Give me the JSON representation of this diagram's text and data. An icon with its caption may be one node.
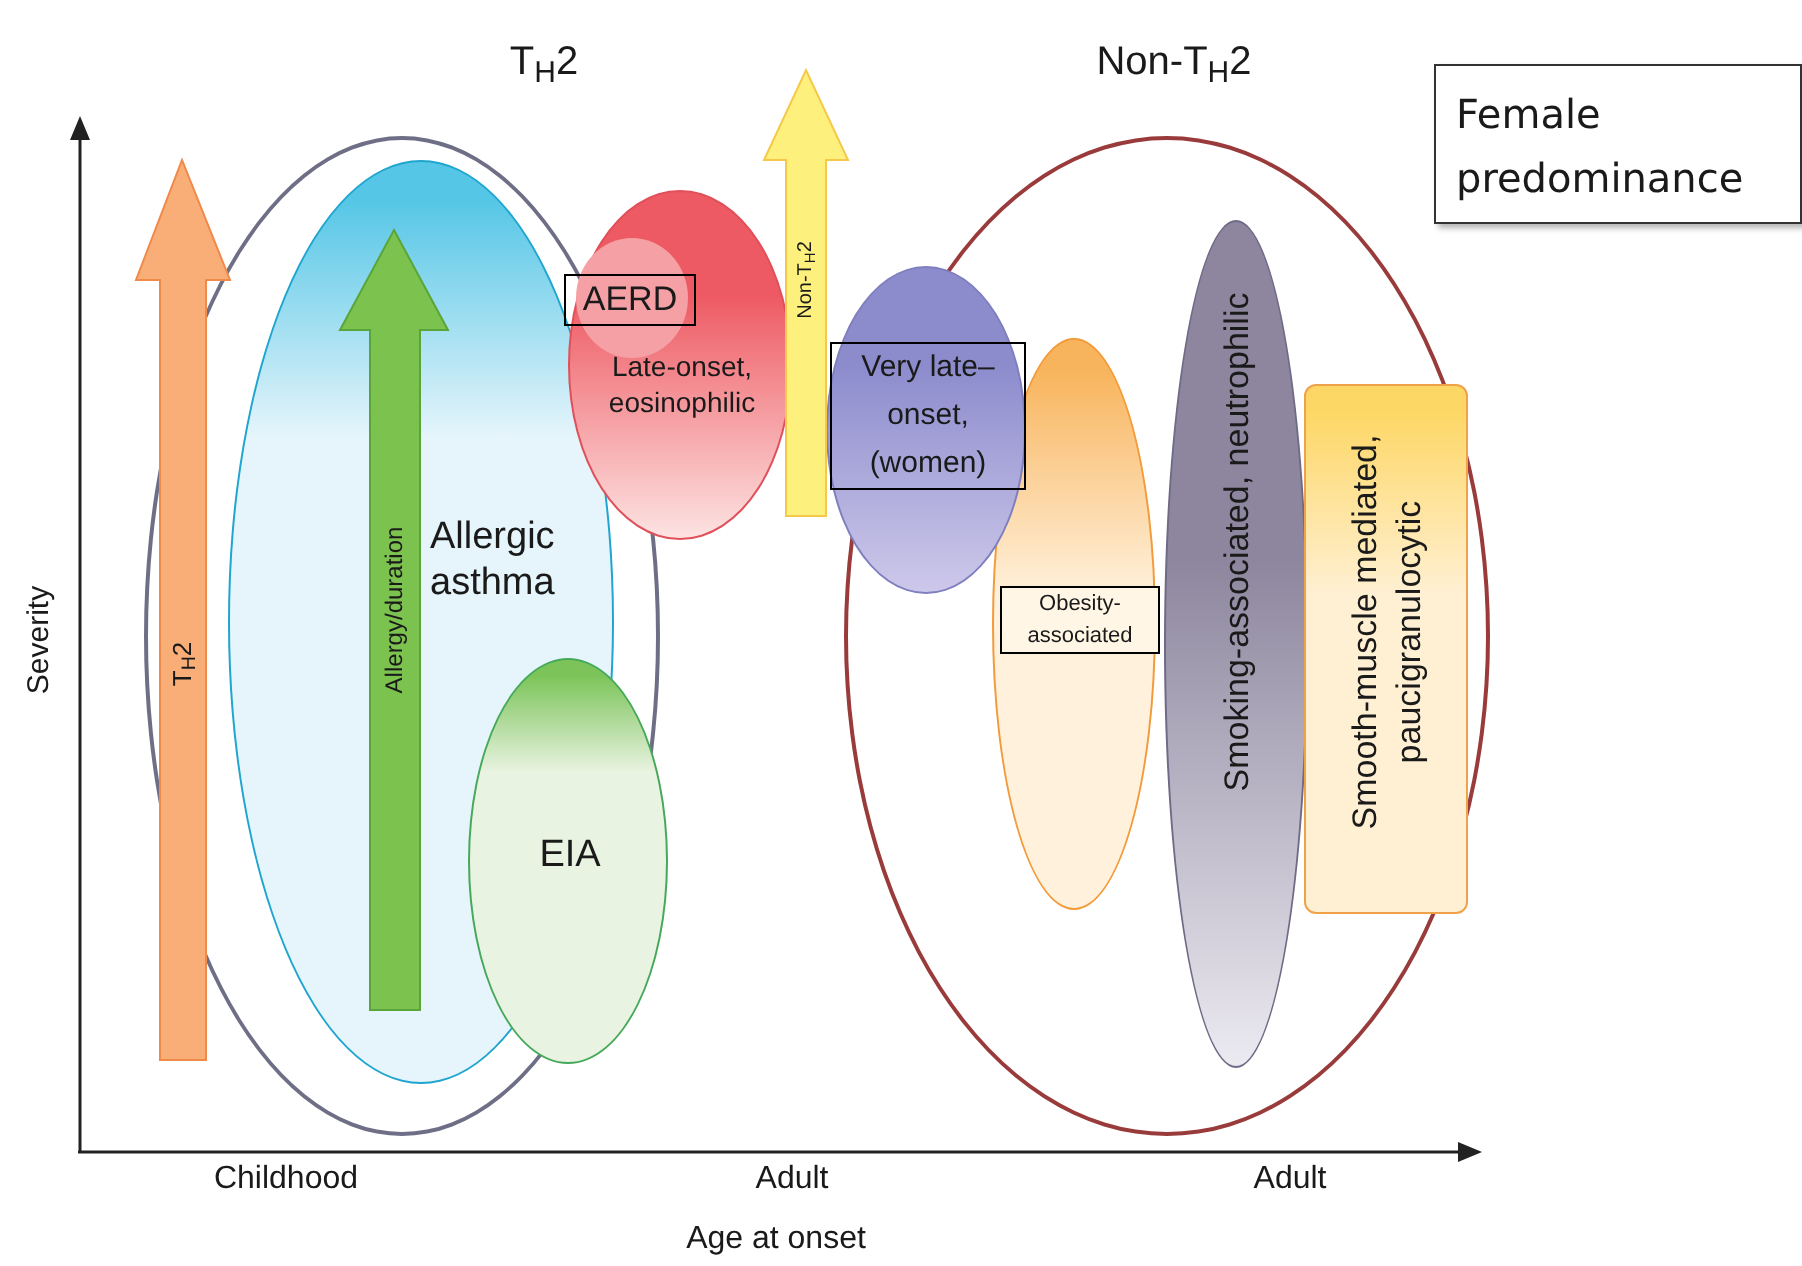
{
  "diagram": {
    "nodes": [
      {
        "text": [
          "T$_{H}$2"
        ]
      },
      {
        "text": [
          "Allergic asthma"
        ],
        "in": 0
      },
      {
        "text": [
          "EIA"
        ],
        "in": 0
      },
      {
        "text": [
          "Late-onset, eosinophilic"
        ]
      },
      {
        "text": [
          "AERD"
        ],
        "in": 3
      },
      {
        "text": [
          "Very late–onset, (women)"
        ]
      },
      {
        "text": [
          "Non-T$_{H}$2"
        ]
      },
      {
        "text": [
          "Obesity-associated"
        ],
        "in": 6
      },
      {
        "text": [
          "Smoking-associated, neutrophilic"
        ],
        "in": 6
      },
      {
        "text": [
          "Smooth-muscle mediated, paucigranulocytic"
        ],
        "in": 6
      },
      {
        "text": [
          "Female predominance"
        ]
      }
    ],
    "labels": [
      "T$_{H}$2",
      "Allergy/duration",
      "Non-T$_{H}$2",
      "Severity",
      "Childhood",
      "Adult",
      "Adult",
      "Age at onset"
    ]
  }
}
